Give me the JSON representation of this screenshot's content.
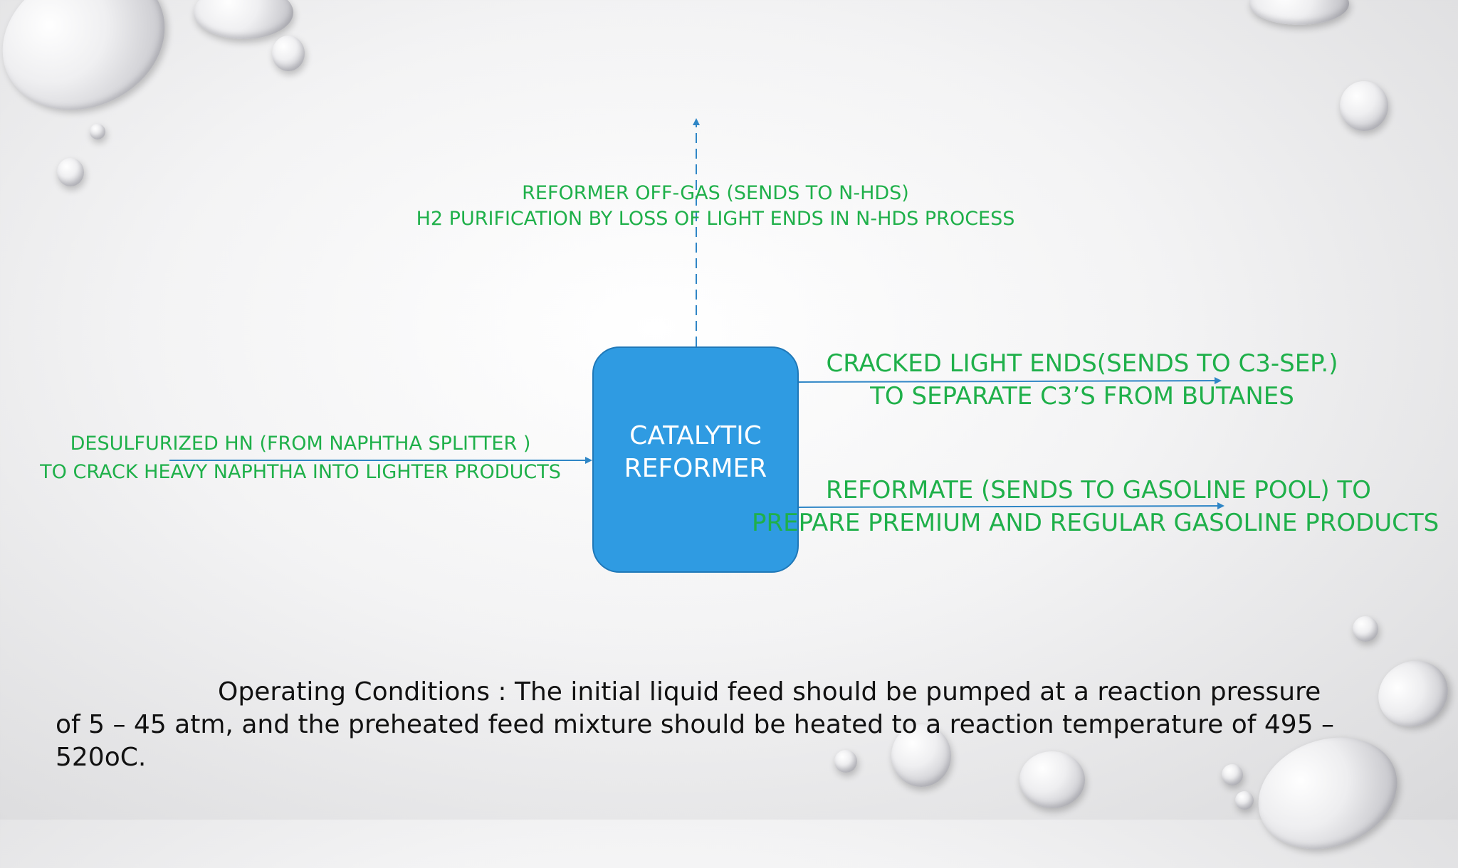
{
  "diagram": {
    "unit_label": "CATALYTIC REFORMER",
    "unit_label_line1": "CATALYTIC",
    "unit_label_line2": "REFORMER",
    "unit_color": "#2f9be2",
    "text_color": "#1fb04a",
    "feed": {
      "line1": "DESULFURIZED HN (FROM NAPHTHA SPLITTER )",
      "line2": "TO CRACK HEAVY NAPHTHA INTO LIGHTER PRODUCTS"
    },
    "offgas": {
      "line1": "REFORMER OFF-GAS (SENDS TO N-HDS)",
      "line2": "H2 PURIFICATION BY LOSS OF LIGHT ENDS IN N-HDS PROCESS"
    },
    "light_ends": {
      "line1": "CRACKED LIGHT ENDS(SENDS TO C3-SEP.)",
      "line2": "TO SEPARATE C3’S FROM BUTANES"
    },
    "reformate": {
      "line1": "REFORMATE (SENDS TO GASOLINE POOL) TO",
      "line2": "PREPARE PREMIUM AND REGULAR GASOLINE PRODUCTS"
    }
  },
  "conditions": {
    "line1": "Operating Conditions : The initial liquid feed should be pumped at a reaction pressure",
    "line2": "of 5 – 45 atm, and the preheated feed mixture should be heated to a reaction temperature of 495 –",
    "line3": "520oC."
  }
}
